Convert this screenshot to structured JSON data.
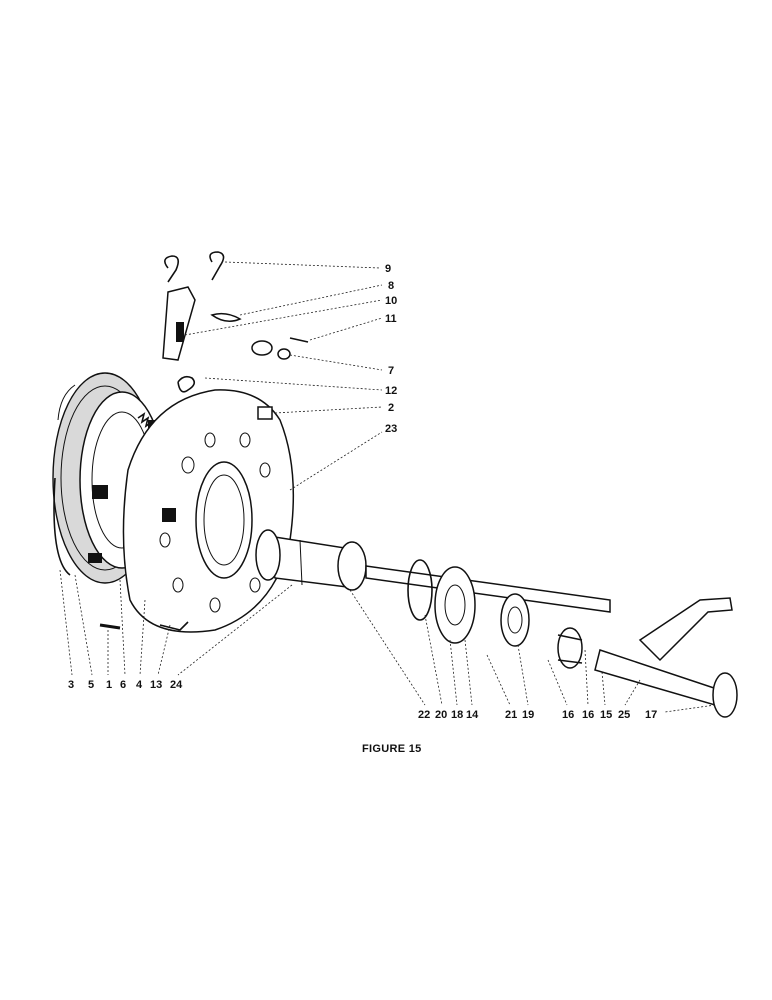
{
  "figure": {
    "caption": "FIGURE 15",
    "callouts": [
      {
        "id": "9",
        "text": "9"
      },
      {
        "id": "8",
        "text": "8"
      },
      {
        "id": "10",
        "text": "10"
      },
      {
        "id": "11",
        "text": "11"
      },
      {
        "id": "7",
        "text": "7"
      },
      {
        "id": "12",
        "text": "12"
      },
      {
        "id": "2",
        "text": "2"
      },
      {
        "id": "23",
        "text": "23"
      },
      {
        "id": "3",
        "text": "3"
      },
      {
        "id": "5",
        "text": "5"
      },
      {
        "id": "1",
        "text": "1"
      },
      {
        "id": "6",
        "text": "6"
      },
      {
        "id": "4",
        "text": "4"
      },
      {
        "id": "13",
        "text": "13"
      },
      {
        "id": "24",
        "text": "24"
      },
      {
        "id": "22",
        "text": "22"
      },
      {
        "id": "20",
        "text": "20"
      },
      {
        "id": "18",
        "text": "18"
      },
      {
        "id": "14",
        "text": "14"
      },
      {
        "id": "21",
        "text": "21"
      },
      {
        "id": "19",
        "text": "19"
      },
      {
        "id": "16a",
        "text": "16"
      },
      {
        "id": "16b",
        "text": "16"
      },
      {
        "id": "15",
        "text": "15"
      },
      {
        "id": "25",
        "text": "25"
      },
      {
        "id": "17",
        "text": "17"
      }
    ]
  }
}
